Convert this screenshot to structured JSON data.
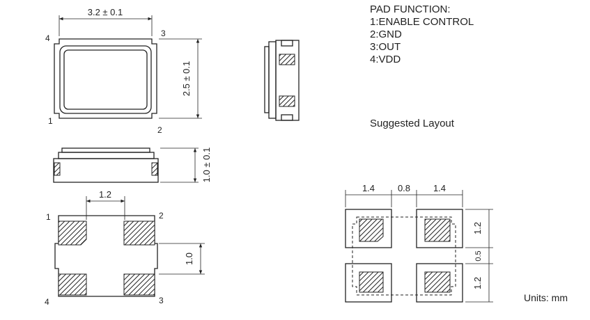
{
  "top_view": {
    "width_dim": "3.2 ± 0.1",
    "height_dim": "2.5 ± 0.1",
    "pin_labels": [
      "1",
      "2",
      "3",
      "4"
    ]
  },
  "side_view": {
    "height_dim": "1.0 ± 0.1"
  },
  "bottom_view": {
    "pad_spacing_dim": "1.2",
    "pad_height_dim": "1.0",
    "pin_labels": [
      "1",
      "2",
      "3",
      "4"
    ]
  },
  "pad_function": {
    "title": "PAD FUNCTION:",
    "items": [
      "1:ENABLE CONTROL",
      "2:GND",
      "3:OUT",
      "4:VDD"
    ]
  },
  "suggested_layout": {
    "title": "Suggested Layout",
    "dims_top": [
      "1.4",
      "0.8",
      "1.4"
    ],
    "dims_right": [
      "1.2",
      "0.5",
      "1.2"
    ]
  },
  "units": "Units: mm"
}
